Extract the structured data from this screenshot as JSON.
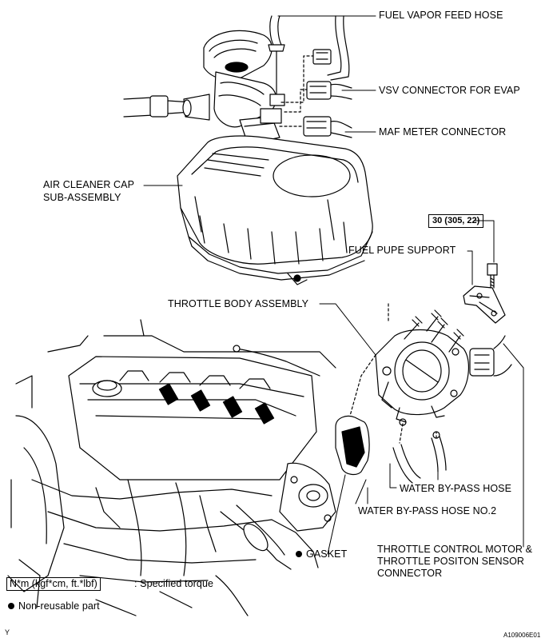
{
  "labels": {
    "fuel_vapor_feed_hose": "FUEL VAPOR FEED HOSE",
    "vsv_connector": "VSV CONNECTOR FOR EVAP",
    "maf_meter_connector": "MAF METER CONNECTOR",
    "air_cleaner_cap_line1": "AIR CLEANER CAP",
    "air_cleaner_cap_line2": "SUB-ASSEMBLY",
    "torque_value": "30 (305, 22)",
    "fuel_pupe_support": "FUEL PUPE SUPPORT",
    "throttle_body_assembly": "THROTTLE BODY ASSEMBLY",
    "water_bypass_hose": "WATER BY-PASS HOSE",
    "water_bypass_hose_no2": "WATER BY-PASS HOSE NO.2",
    "throttle_control_line1": "THROTTLE CONTROL MOTOR &",
    "throttle_control_line2": "THROTTLE POSITON SENSOR",
    "throttle_control_line3": "CONNECTOR",
    "gasket": "GASKET"
  },
  "legend": {
    "torque_unit": "N*m (kgf*cm, ft.*lbf)",
    "torque_desc": ": Specified torque",
    "non_reusable": "Non-reusable part"
  },
  "corner": {
    "left": "Y",
    "right": "A109006E01"
  }
}
